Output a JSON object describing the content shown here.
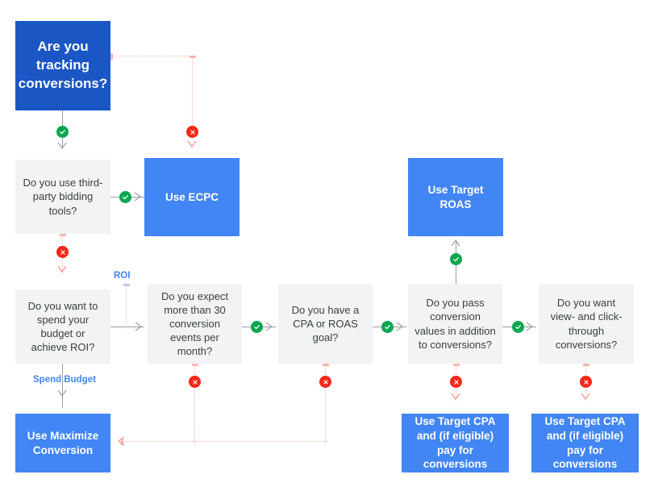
{
  "diagram": {
    "title": "Google Ads automated bidding strategy decision flowchart",
    "colors": {
      "start_box": "#1a56c4",
      "terminal_box": "#4285f4",
      "question_box": "#f1f3f4",
      "yes_badge": "#0ca750",
      "no_badge": "#f72717",
      "yes_connector": "#9aa0a6",
      "no_connector": "#f9b6b0",
      "edge_label": "#4285f4"
    },
    "nodes": [
      {
        "id": "start",
        "type": "start",
        "text": "Are you tracking conversions?"
      },
      {
        "id": "third_party",
        "type": "question",
        "text": "Do you use third-party bidding tools?"
      },
      {
        "id": "ecpc",
        "type": "terminal",
        "text": "Use ECPC"
      },
      {
        "id": "target_roas",
        "type": "terminal",
        "text": "Use Target ROAS"
      },
      {
        "id": "budget_roi",
        "type": "question",
        "text": "Do you want to spend your budget or achieve ROI?"
      },
      {
        "id": "thirty_conv",
        "type": "question",
        "text": "Do you expect more than 30 conversion events per month?"
      },
      {
        "id": "cpa_roas",
        "type": "question",
        "text": "Do you have a CPA or ROAS goal?"
      },
      {
        "id": "pass_values",
        "type": "question",
        "text": "Do you pass conversion values in addition to conversions?"
      },
      {
        "id": "view_click",
        "type": "question",
        "text": "Do you want view- and click-through conversions?"
      },
      {
        "id": "maximize",
        "type": "terminal",
        "text": "Use Maximize Conversion"
      },
      {
        "id": "tcpa_left",
        "type": "terminal",
        "text": "Use Target CPA and (if eligible) pay for conversions"
      },
      {
        "id": "tcpa_right",
        "type": "terminal",
        "text": "Use Target CPA and (if eligible) pay for conversions"
      }
    ],
    "edge_labels": [
      {
        "id": "roi",
        "text": "ROI"
      },
      {
        "id": "spend_budget",
        "text": "Spend Budget"
      }
    ],
    "badges": [
      {
        "id": "start-yes",
        "kind": "yes",
        "glyph": "check"
      },
      {
        "id": "start-no",
        "kind": "no",
        "glyph": "cross"
      },
      {
        "id": "third-party-yes",
        "kind": "yes",
        "glyph": "check"
      },
      {
        "id": "third-party-no",
        "kind": "no",
        "glyph": "cross"
      },
      {
        "id": "thirty-conv-yes",
        "kind": "yes",
        "glyph": "check"
      },
      {
        "id": "thirty-conv-no",
        "kind": "no",
        "glyph": "cross"
      },
      {
        "id": "cpa-roas-yes",
        "kind": "yes",
        "glyph": "check"
      },
      {
        "id": "cpa-roas-no",
        "kind": "no",
        "glyph": "cross"
      },
      {
        "id": "pass-values-yes",
        "kind": "yes",
        "glyph": "check"
      },
      {
        "id": "pass-values-no",
        "kind": "no",
        "glyph": "cross"
      },
      {
        "id": "view-click-yes",
        "kind": "yes",
        "glyph": "check"
      },
      {
        "id": "view-click-no",
        "kind": "no",
        "glyph": "cross"
      }
    ]
  }
}
